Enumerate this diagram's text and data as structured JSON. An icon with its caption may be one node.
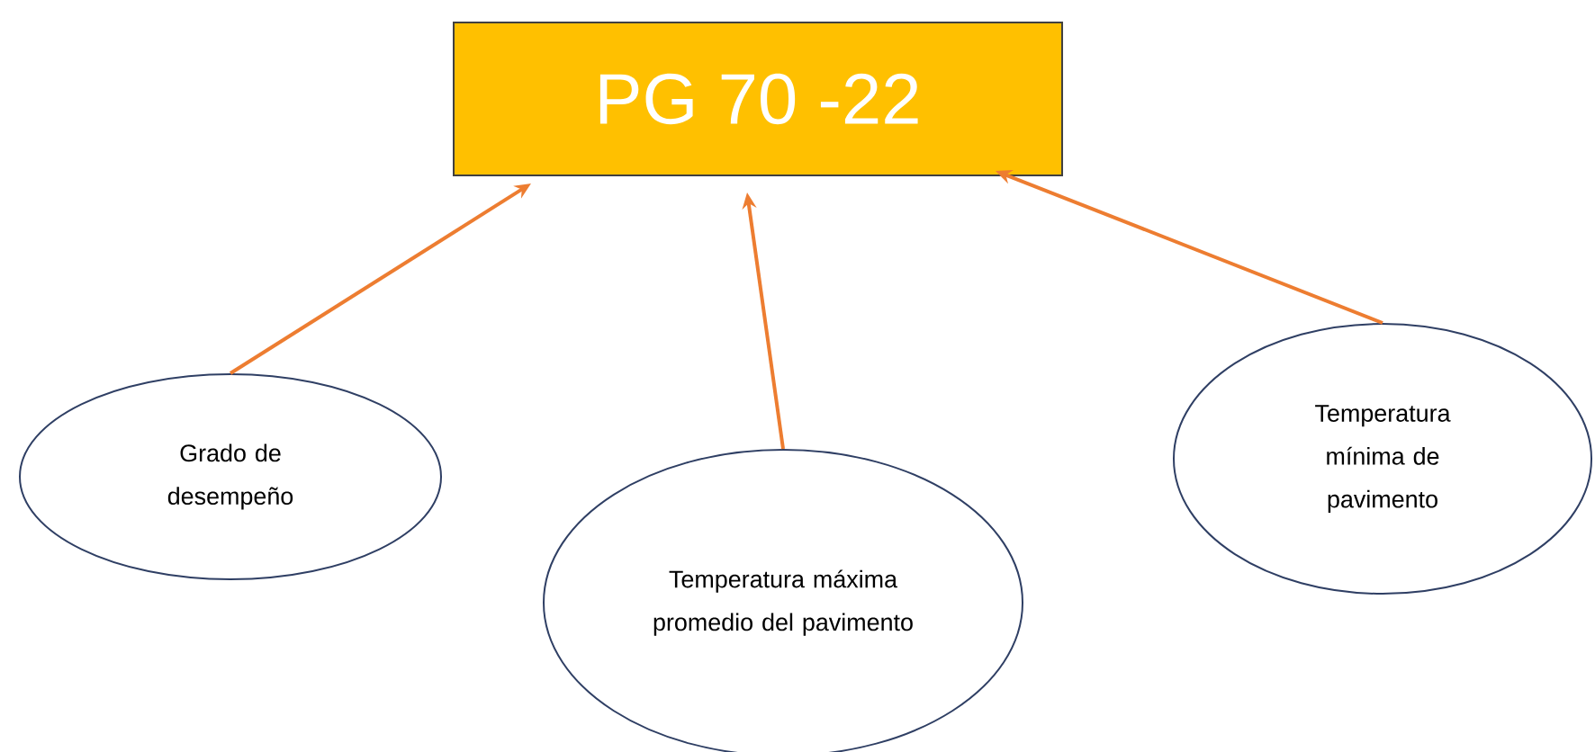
{
  "diagram": {
    "nodes": [
      {
        "text": [
          "PG 70 -22"
        ]
      },
      {
        "text": [
          "Grado de desempeño"
        ]
      },
      {
        "text": [
          "Temperatura máxima promedio del pavimento"
        ]
      },
      {
        "text": [
          "Temperatura mínima de pavimento"
        ]
      }
    ],
    "edges": [
      {
        "from": 1,
        "to": 0,
        "arrow": "to"
      },
      {
        "from": 2,
        "to": 0,
        "arrow": "to"
      },
      {
        "from": 3,
        "to": 0,
        "arrow": "to"
      }
    ]
  }
}
